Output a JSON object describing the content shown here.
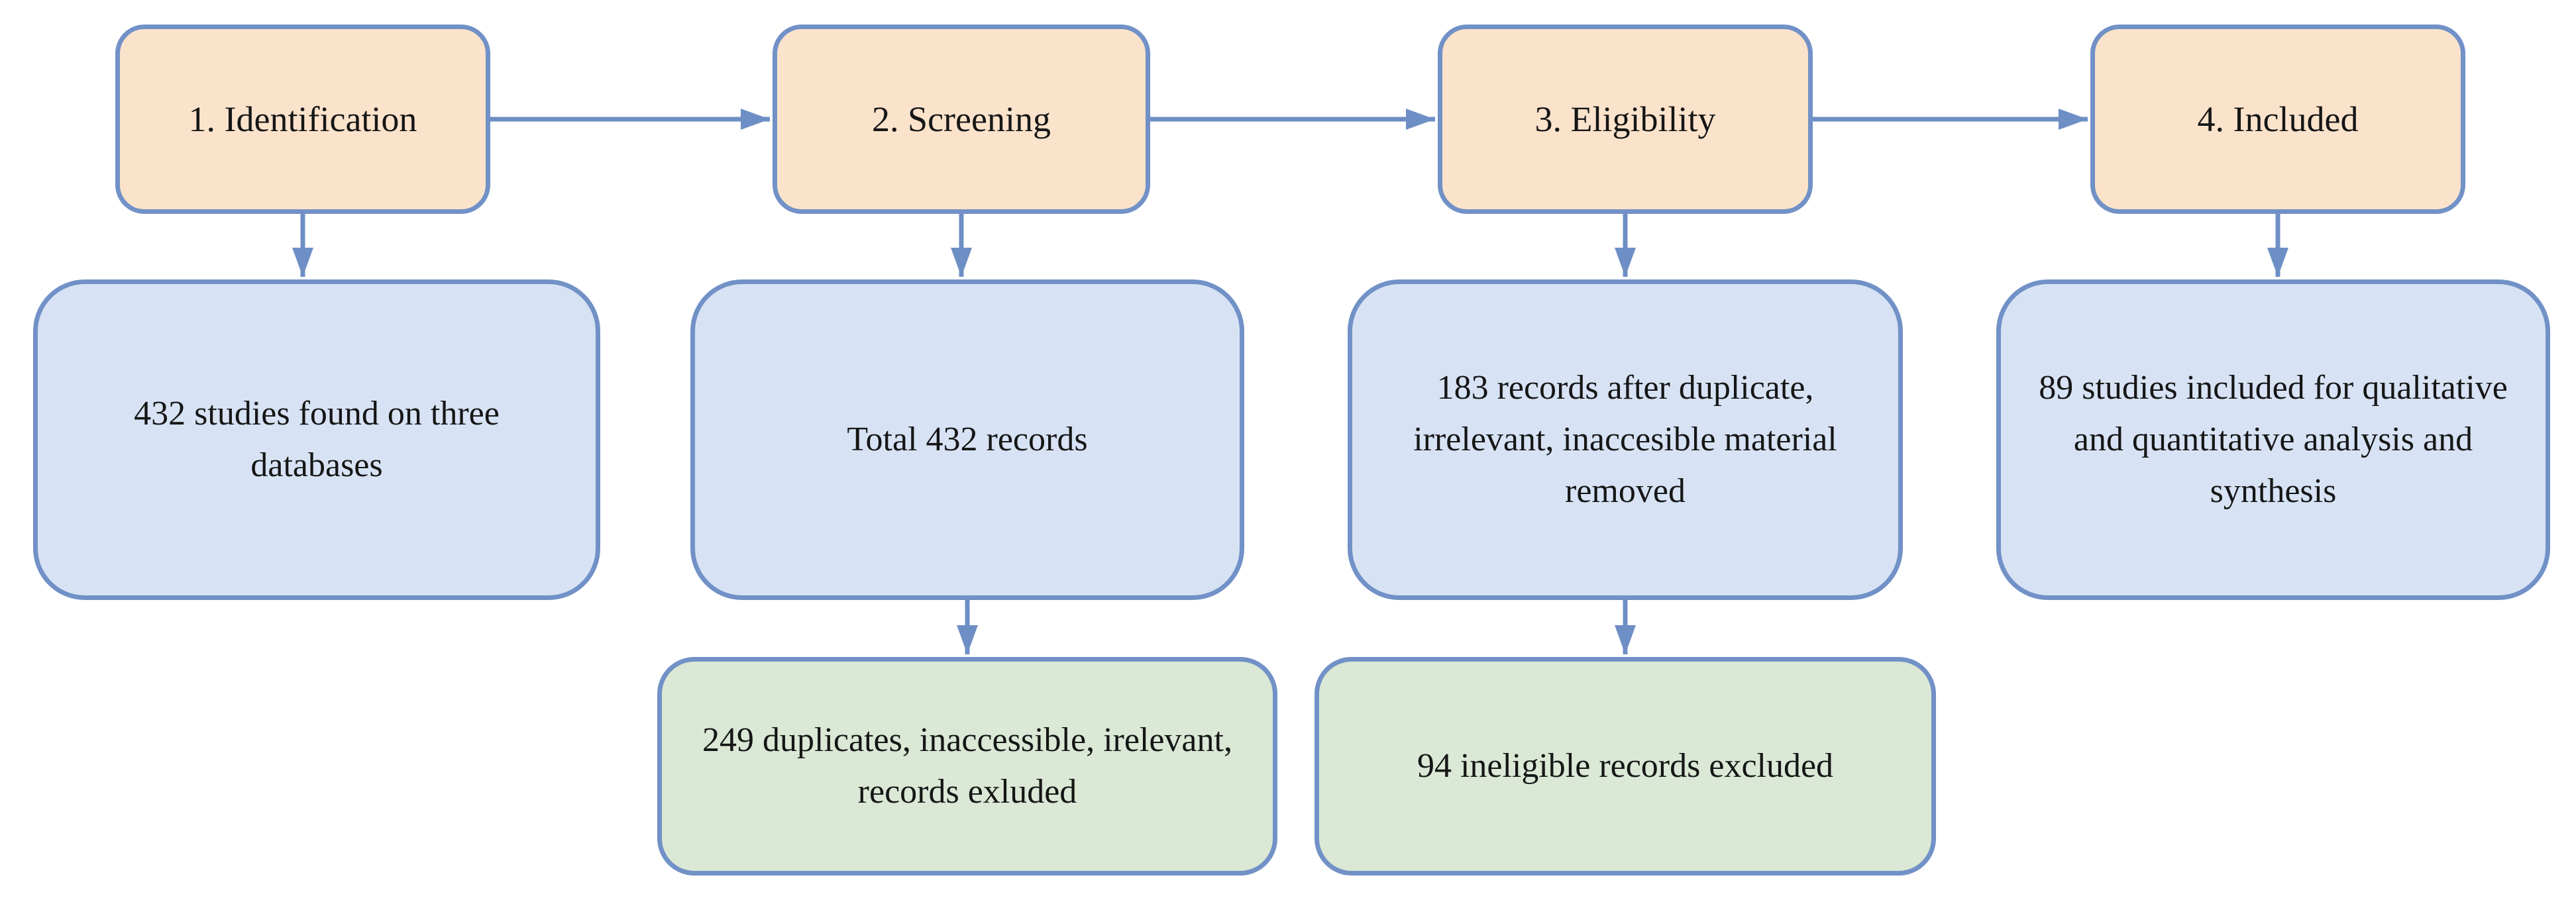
{
  "diagram": {
    "type": "flowchart",
    "stages": [
      {
        "label": "1. Identification",
        "result": "432 studies found on three databases"
      },
      {
        "label": "2. Screening",
        "result": "Total 432 records",
        "excluded": "249 duplicates, inaccessible, irelevant, records exluded"
      },
      {
        "label": "3. Eligibility",
        "result": "183 records after duplicate, irrelevant, inaccesible material removed",
        "excluded": "94 ineligible records excluded"
      },
      {
        "label": "4. Included",
        "result": "89 studies included for qualitative and quantitative analysis and synthesis"
      }
    ],
    "colors": {
      "stage_fill": "#FBE3CB",
      "result_fill": "#D7E3F4",
      "excluded_fill": "#DAE8D5",
      "border": "#7191C7",
      "arrow": "#6E8FC5",
      "text": "#161616",
      "background": "#FFFFFF"
    }
  }
}
